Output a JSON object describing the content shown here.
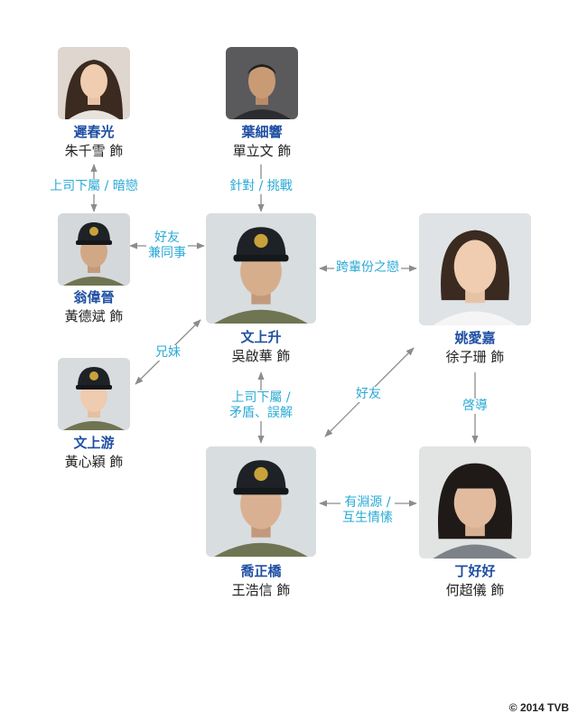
{
  "colors": {
    "character_name": "#1f4fa3",
    "actor": "#222222",
    "relationship": "#2aaad6",
    "connector": "#8c8c8c"
  },
  "characters": {
    "chi_chun_kwong": {
      "name": "遲春光",
      "actor": "朱千雪 飾"
    },
    "yip_sai_heung": {
      "name": "葉細響",
      "actor": "單立文 飾"
    },
    "yung_wai_chun": {
      "name": "翁偉晉",
      "actor": "黃德斌 飾"
    },
    "man_sheung_sing": {
      "name": "文上升",
      "actor": "吳啟華 飾"
    },
    "yiu_oi_ka": {
      "name": "姚愛嘉",
      "actor": "徐子珊 飾"
    },
    "man_sheung_yau": {
      "name": "文上游",
      "actor": "黃心穎 飾"
    },
    "kiu_ching_kiu": {
      "name": "喬正橋",
      "actor": "王浩信 飾"
    },
    "ting_ho_ho": {
      "name": "丁好好",
      "actor": "何超儀 飾"
    }
  },
  "relationships": {
    "superior_crush": "上司下屬 / 暗戀",
    "rivalry": "針對 / 挑戰",
    "friends_colleagues": [
      "好友",
      "兼同事"
    ],
    "cross_rank_romance": "跨輩份之戀",
    "siblings": "兄妹",
    "friends": "好友",
    "mentor": "啓導",
    "superior_conflict": [
      "上司下屬 /",
      "矛盾、誤解"
    ],
    "shared_origin": [
      "有淵源 /",
      "互生情愫"
    ]
  },
  "copyright": "© 2014 TVB"
}
